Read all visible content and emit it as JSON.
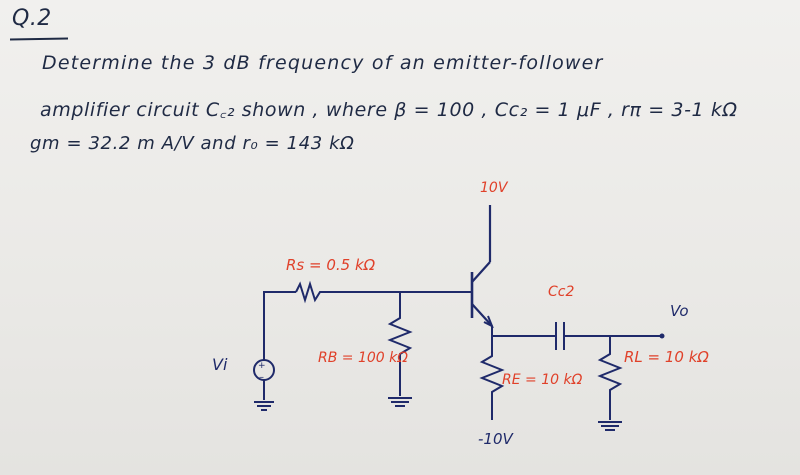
{
  "question": {
    "number": "Q.2",
    "line1": "Determine the 3 dB frequency of an emitter-follower",
    "line2": "amplifier circuit C꜀₂ shown , where  β = 100 ,  Cc₂ = 1 μF , rπ = 3-1 kΩ",
    "line3": "gm  = 32.2 m A/V  and  r₀ = 143 kΩ"
  },
  "circuit": {
    "vcc": "10V",
    "vee": "-10V",
    "rs": "Rs = 0.5 kΩ",
    "rb": "RB = 100 kΩ",
    "re": "RE = 10 kΩ",
    "rl": "RL = 10 kΩ",
    "cc2": "Cc2",
    "vo": "Vo",
    "vi": "Vi"
  }
}
